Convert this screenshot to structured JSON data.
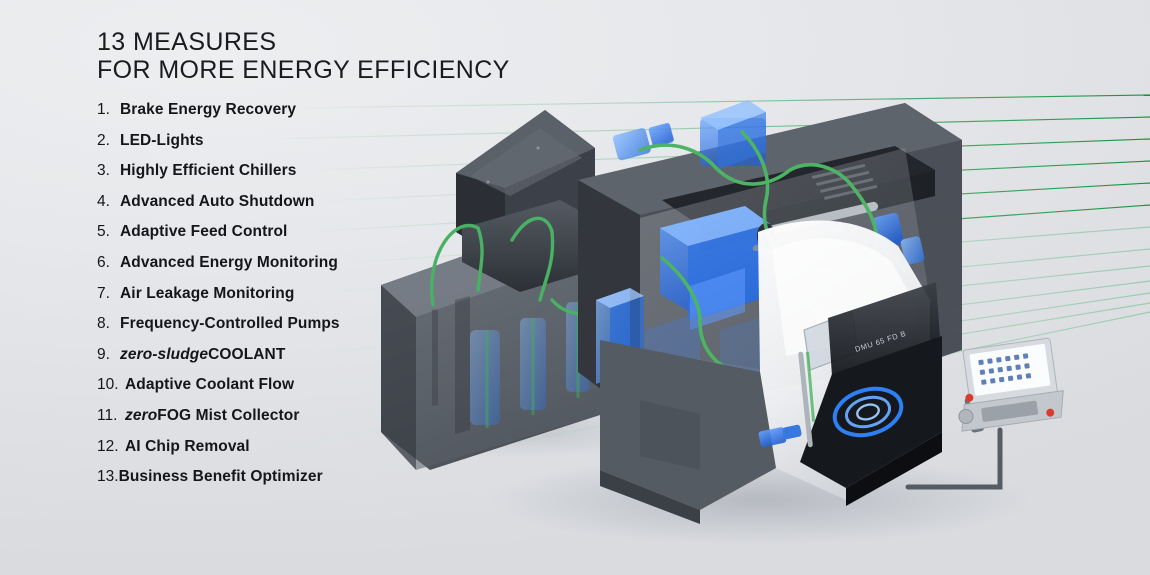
{
  "background": {
    "base_color": "#e4e6e9",
    "highlight": "#eceef0",
    "shade": "#d9dbdf"
  },
  "heading": {
    "line1": "13 MEASURES",
    "line2": "FOR MORE ENERGY EFFICIENCY",
    "color": "#1b1b1f"
  },
  "measures": [
    {
      "number": "1.",
      "text": "Brake Energy Recovery"
    },
    {
      "number": "2.",
      "text": "LED-Lights"
    },
    {
      "number": "3.",
      "text": "Highly Efficient Chillers"
    },
    {
      "number": "4.",
      "text": "Advanced Auto Shutdown"
    },
    {
      "number": "5.",
      "text": "Adaptive Feed Control"
    },
    {
      "number": "6.",
      "text": "Advanced Energy Monitoring"
    },
    {
      "number": "7.",
      "text": "Air Leakage Monitoring"
    },
    {
      "number": "8.",
      "text": "Frequency-Controlled Pumps"
    },
    {
      "number": "9.",
      "italic": "zero-sludge",
      "text": "COOLANT"
    },
    {
      "number": "10.",
      "text": "Adaptive Coolant Flow"
    },
    {
      "number": "11.",
      "italic": "zero",
      "text": "FOG Mist Collector"
    },
    {
      "number": "12.",
      "text": "AI Chip Removal"
    },
    {
      "number": "13.",
      "text": "Business Benefit Optimizer"
    }
  ],
  "connector_lines": {
    "count": 13,
    "color_strong": "#1f9e4a",
    "color_faint": "#cfe3d6",
    "description": "13 thin green rays fanning from each list item rightwards across the machine and converging toward the right edge"
  },
  "machine": {
    "product_label": "DMU 65 FD B",
    "body_color": "#4b5058",
    "accent_color": "#2f80ff",
    "hose_color": "#4caf50",
    "cover_color": "#f4f5f7",
    "parts": [
      {
        "name": "coolant-tank",
        "color": "#5a6068"
      },
      {
        "name": "chiller-unit-top",
        "color": "#3f444b"
      },
      {
        "name": "filter-pumps",
        "color": "#2f80ff"
      },
      {
        "name": "mist-collector",
        "color": "#3a8bff"
      },
      {
        "name": "enclosure",
        "color": "#f4f5f7"
      },
      {
        "name": "control-panel",
        "color": "#c9cdd2"
      }
    ]
  }
}
